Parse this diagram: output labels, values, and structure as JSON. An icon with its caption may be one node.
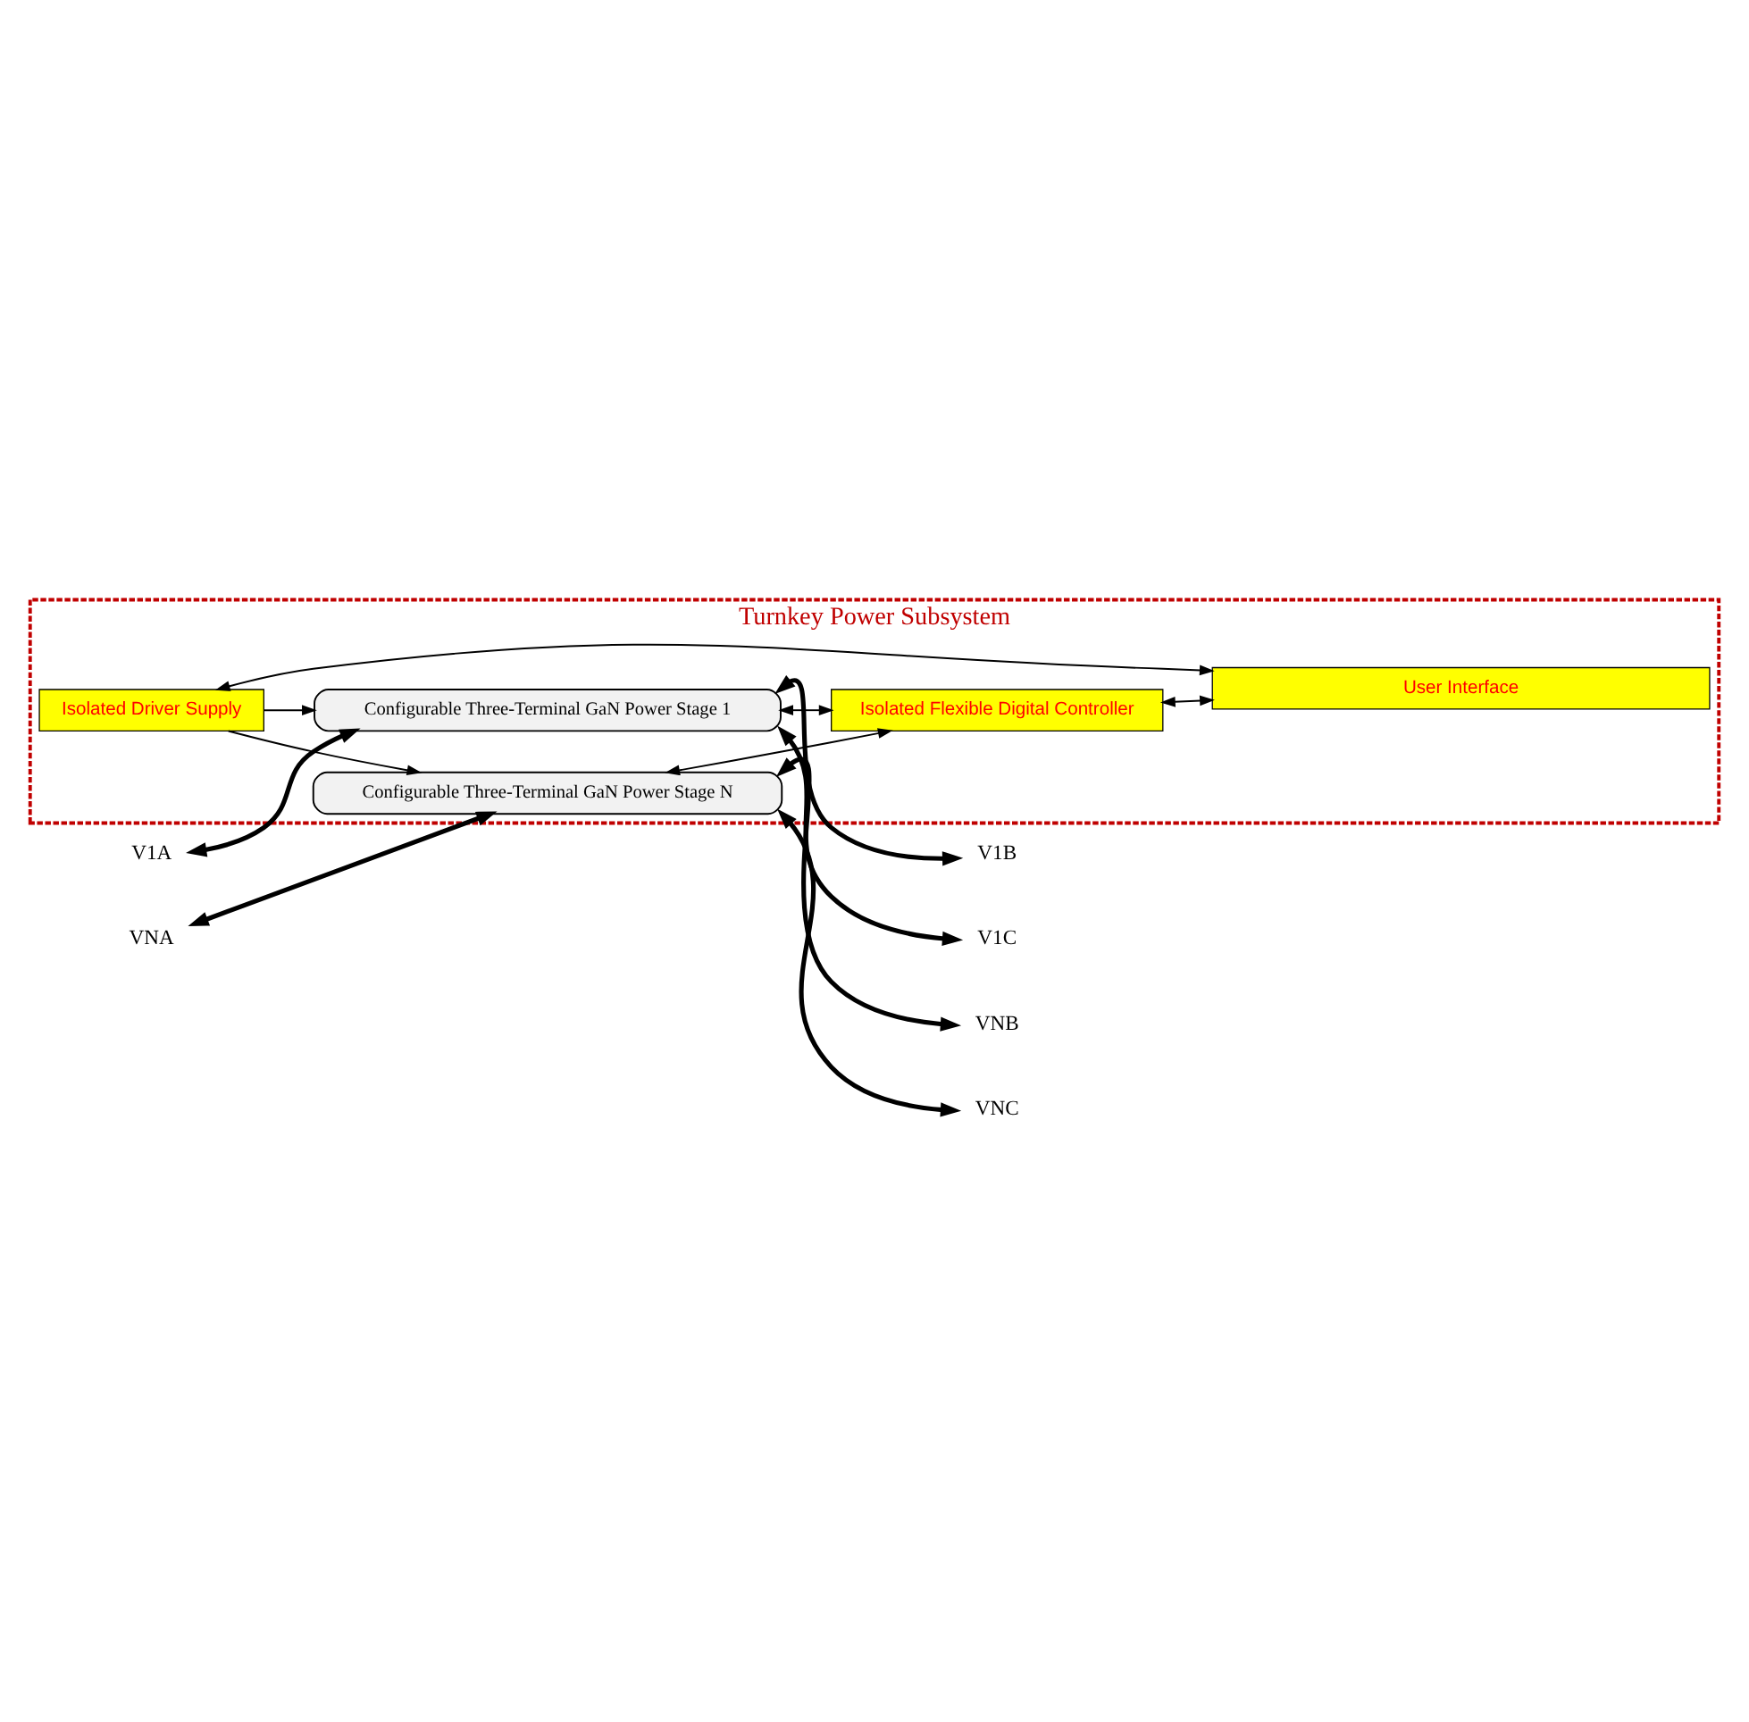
{
  "diagram": {
    "nodes": [
      {
        "text": [
          "Turnkey Power Subsystem"
        ]
      },
      {
        "text": [
          "Configurable Three-Terminal GaN Power Stage 1"
        ],
        "in": 0
      },
      {
        "text": [
          "Configurable Three-Terminal GaN Power Stage N"
        ],
        "in": 0
      },
      {
        "text": [
          "Isolated Driver Supply"
        ],
        "in": 0
      },
      {
        "text": [
          "Isolated Flexible Digital Controller"
        ],
        "in": 0
      },
      {
        "text": [
          "User Interface"
        ],
        "in": 0
      },
      {
        "text": [
          "V1A"
        ]
      },
      {
        "text": [
          "V1B"
        ]
      },
      {
        "text": [
          "V1C"
        ]
      },
      {
        "text": [
          "VNA"
        ]
      },
      {
        "text": [
          "VNB"
        ]
      },
      {
        "text": [
          "VNC"
        ]
      }
    ],
    "edges": [
      {
        "from": 6,
        "to": 1,
        "arrow": "both",
        "style": "thick"
      },
      {
        "from": 1,
        "to": 7,
        "arrow": "both",
        "style": "thick"
      },
      {
        "from": 1,
        "to": 8,
        "arrow": "both",
        "style": "thick"
      },
      {
        "from": 9,
        "to": 2,
        "arrow": "both",
        "style": "thick"
      },
      {
        "from": 2,
        "to": 10,
        "arrow": "both",
        "style": "thick"
      },
      {
        "from": 2,
        "to": 11,
        "arrow": "both",
        "style": "thick"
      },
      {
        "from": 3,
        "to": 1,
        "arrow": "to"
      },
      {
        "from": 3,
        "to": 2,
        "arrow": "to"
      },
      {
        "from": 1,
        "to": 4,
        "arrow": "both"
      },
      {
        "from": 2,
        "to": 4,
        "arrow": "both"
      },
      {
        "from": 3,
        "to": 5,
        "arrow": "both"
      },
      {
        "from": 4,
        "to": 5,
        "arrow": "both"
      }
    ]
  }
}
